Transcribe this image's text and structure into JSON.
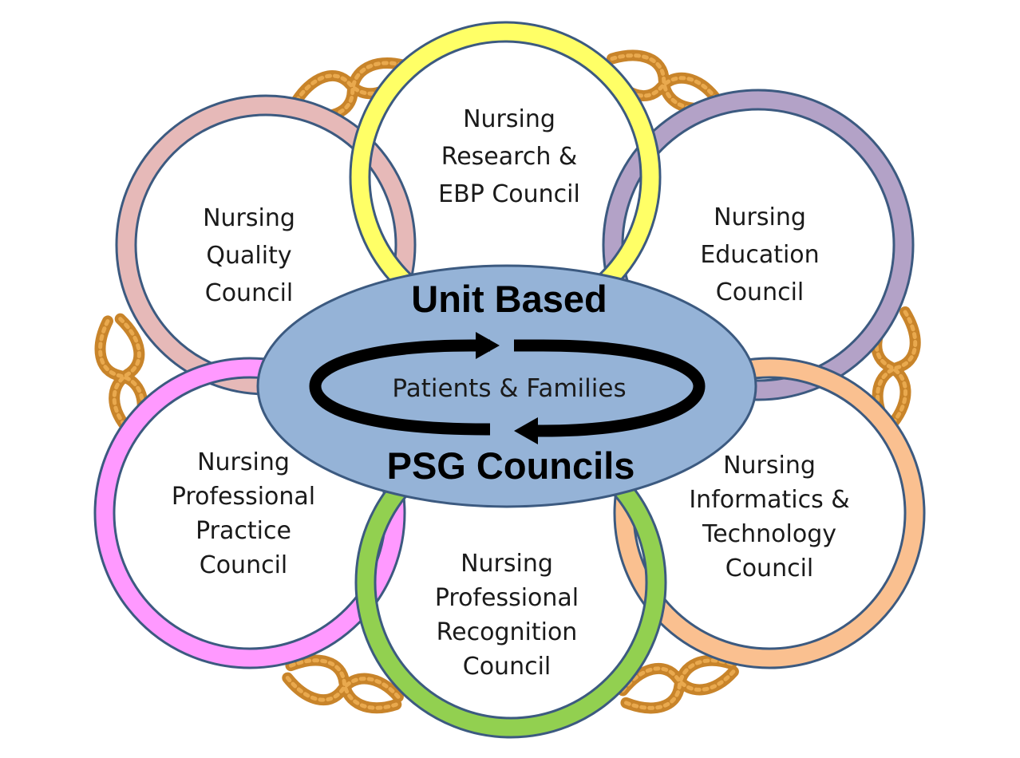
{
  "hub": {
    "top_label": "Unit Based",
    "center_label": "Patients & Families",
    "bottom_label": "PSG Councils",
    "fill_color": "#95b3d7",
    "arrow_color": "#000000"
  },
  "councils": [
    {
      "id": "research",
      "lines": [
        "Nursing",
        "Research &",
        "EBP Council"
      ],
      "color": "#ffff66"
    },
    {
      "id": "quality",
      "lines": [
        "Nursing",
        "Quality",
        "Council"
      ],
      "color": "#e6b9b8"
    },
    {
      "id": "education",
      "lines": [
        "Nursing",
        "Education",
        "Council"
      ],
      "color": "#b3a2c7"
    },
    {
      "id": "professional-practice",
      "lines": [
        "Nursing",
        "Professional",
        "Practice",
        "Council"
      ],
      "color": "#ff99ff"
    },
    {
      "id": "informatics",
      "lines": [
        "Nursing",
        "Informatics &",
        "Technology",
        "Council"
      ],
      "color": "#fac090"
    },
    {
      "id": "recognition",
      "lines": [
        "Nursing",
        "Professional",
        "Recognition",
        "Council"
      ],
      "color": "#92d050"
    }
  ],
  "rope": {
    "color": "#c8842a",
    "highlight": "#e9a94e"
  }
}
